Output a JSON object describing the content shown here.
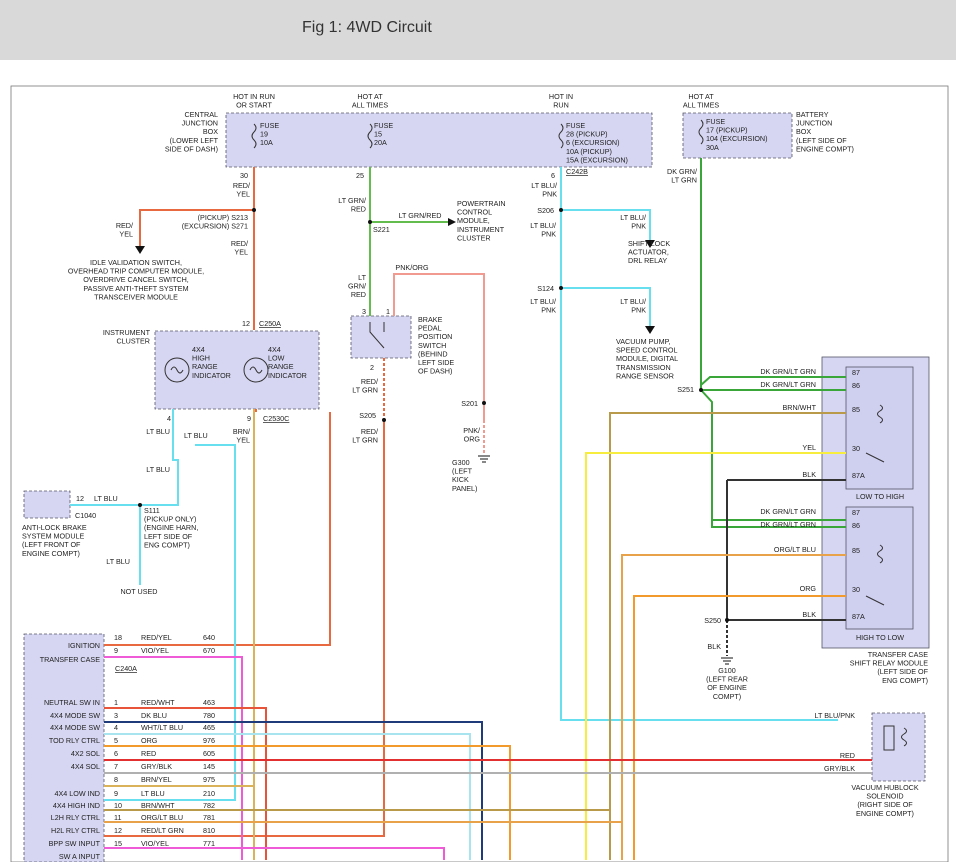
{
  "title": "Fig 1: 4WD Circuit",
  "labels": [
    {
      "id": "cjb-hot-run",
      "lines": [
        "HOT IN RUN",
        "OR START"
      ],
      "anchor": "middle"
    },
    {
      "id": "cjb-hot-all",
      "lines": [
        "HOT AT",
        "ALL TIMES"
      ],
      "anchor": "middle"
    },
    {
      "id": "cjb-hot-in-run",
      "lines": [
        "HOT IN",
        "RUN"
      ],
      "anchor": "middle"
    },
    {
      "id": "bjb-hot-all",
      "lines": [
        "HOT AT",
        "ALL TIMES"
      ],
      "anchor": "middle"
    },
    {
      "id": "cjb-name",
      "lines": [
        "CENTRAL",
        "JUNCTION",
        "BOX",
        "(LOWER LEFT",
        "SIDE OF DASH)"
      ],
      "anchor": "end"
    },
    {
      "id": "fuse-19",
      "lines": [
        "FUSE",
        "19",
        "10A"
      ],
      "anchor": "start"
    },
    {
      "id": "fuse-15",
      "lines": [
        "FUSE",
        "15",
        "20A"
      ],
      "anchor": "start"
    },
    {
      "id": "fuse-28",
      "lines": [
        "FUSE",
        "28 (PICKUP)",
        "6 (EXCURSION)",
        "10A (PICKUP)",
        "15A (EXCURSION)"
      ],
      "anchor": "start"
    },
    {
      "id": "fuse-17",
      "lines": [
        "FUSE",
        "17 (PICKUP)",
        "104 (EXCURSION)",
        "30A"
      ],
      "anchor": "start"
    },
    {
      "id": "bjb-name",
      "lines": [
        "BATTERY",
        "JUNCTION",
        "BOX",
        "(LEFT SIDE OF",
        "ENGINE COMPT)"
      ],
      "anchor": "start"
    },
    {
      "id": "pin-30",
      "lines": [
        "30"
      ],
      "anchor": "end"
    },
    {
      "id": "pin-25",
      "lines": [
        "25"
      ],
      "anchor": "end"
    },
    {
      "id": "pin-6",
      "lines": [
        "6"
      ],
      "anchor": "end"
    },
    {
      "id": "c242b",
      "lines": [
        "C242B"
      ],
      "anchor": "start",
      "underline": true
    },
    {
      "id": "w-red-yel-1",
      "lines": [
        "RED/",
        "YEL"
      ],
      "anchor": "end"
    },
    {
      "id": "w-ltgrn-red-1",
      "lines": [
        "LT GRN/",
        "RED"
      ],
      "anchor": "end"
    },
    {
      "id": "w-ltblu-pnk-1",
      "lines": [
        "LT BLU/",
        "PNK"
      ],
      "anchor": "end"
    },
    {
      "id": "w-dkgrn-ltgrn-1",
      "lines": [
        "DK GRN/",
        "LT GRN"
      ],
      "anchor": "end"
    },
    {
      "id": "s213",
      "lines": [
        "(PICKUP)  S213",
        "(EXCURSION)  S271"
      ],
      "anchor": "end"
    },
    {
      "id": "w-red-yel-2",
      "lines": [
        "RED/",
        "YEL"
      ],
      "anchor": "end"
    },
    {
      "id": "w-red-yel-3",
      "lines": [
        "RED/",
        "YEL"
      ],
      "anchor": "end"
    },
    {
      "id": "idle-val",
      "lines": [
        "IDLE VALIDATION SWITCH,",
        "OVERHEAD TRIP COMPUTER MODULE,",
        "OVERDRIVE CANCEL SWITCH,",
        "PASSIVE ANTI-THEFT SYSTEM",
        "TRANSCEIVER MODULE"
      ],
      "anchor": "middle"
    },
    {
      "id": "w-ltgrn-red-2",
      "lines": [
        "LT GRN/RED"
      ],
      "anchor": "middle"
    },
    {
      "id": "s221",
      "lines": [
        "S221"
      ],
      "anchor": "start"
    },
    {
      "id": "pcm",
      "lines": [
        "POWERTRAIN",
        "CONTROL",
        "MODULE,",
        "INSTRUMENT",
        "CLUSTER"
      ],
      "anchor": "start"
    },
    {
      "id": "s206",
      "lines": [
        "S206"
      ],
      "anchor": "end"
    },
    {
      "id": "w-ltblu-pnk-2",
      "lines": [
        "LT BLU/",
        "PNK"
      ],
      "anchor": "end"
    },
    {
      "id": "w-ltblu-pnk-3",
      "lines": [
        "LT BLU/",
        "PNK"
      ],
      "anchor": "end"
    },
    {
      "id": "shift-lock",
      "lines": [
        "SHIFT LOCK",
        "ACTUATOR,",
        "DRL RELAY"
      ],
      "anchor": "start"
    },
    {
      "id": "s124",
      "lines": [
        "S124"
      ],
      "anchor": "end"
    },
    {
      "id": "w-ltblu-pnk-4",
      "lines": [
        "LT BLU/",
        "PNK"
      ],
      "anchor": "end"
    },
    {
      "id": "w-ltblu-pnk-5",
      "lines": [
        "LT BLU/",
        "PNK"
      ],
      "anchor": "end"
    },
    {
      "id": "vacuum-pump",
      "lines": [
        "VACUUM PUMP,",
        "SPEED CONTROL",
        "MODULE, DIGITAL",
        "TRANSMISSION",
        "RANGE SENSOR"
      ],
      "anchor": "start"
    },
    {
      "id": "w-lt-grn-red",
      "lines": [
        "LT",
        "GRN/",
        "RED"
      ],
      "anchor": "end"
    },
    {
      "id": "w-pnk-org",
      "lines": [
        "PNK/ORG"
      ],
      "anchor": "middle"
    },
    {
      "id": "pin-3",
      "lines": [
        "3"
      ],
      "anchor": "end"
    },
    {
      "id": "pin-1",
      "lines": [
        "1"
      ],
      "anchor": "end"
    },
    {
      "id": "bpp-switch",
      "lines": [
        "BRAKE",
        "PEDAL",
        "POSITION",
        "SWITCH",
        "(BEHIND",
        "LEFT SIDE",
        "OF DASH)"
      ],
      "anchor": "start"
    },
    {
      "id": "pin-2",
      "lines": [
        "2"
      ],
      "anchor": "end"
    },
    {
      "id": "w-red-ltgrn-1",
      "lines": [
        "RED/",
        "LT GRN"
      ],
      "anchor": "end"
    },
    {
      "id": "s205",
      "lines": [
        "S205"
      ],
      "anchor": "end"
    },
    {
      "id": "w-red-ltgrn-2",
      "lines": [
        "RED/",
        "LT GRN"
      ],
      "anchor": "end"
    },
    {
      "id": "s201",
      "lines": [
        "S201"
      ],
      "anchor": "end"
    },
    {
      "id": "w-pnk-org-2",
      "lines": [
        "PNK/",
        "ORG"
      ],
      "anchor": "end"
    },
    {
      "id": "g300",
      "lines": [
        "G300",
        "(LEFT",
        "KICK",
        "PANEL)"
      ],
      "anchor": "start"
    },
    {
      "id": "pin-12a",
      "lines": [
        "12"
      ],
      "anchor": "end"
    },
    {
      "id": "c250a",
      "lines": [
        "C250A"
      ],
      "anchor": "start",
      "underline": true
    },
    {
      "id": "instrument-cluster",
      "lines": [
        "INSTRUMENT",
        "CLUSTER"
      ],
      "anchor": "end"
    },
    {
      "id": "high-ind",
      "lines": [
        "4X4",
        "HIGH",
        "RANGE",
        "INDICATOR"
      ],
      "anchor": "start"
    },
    {
      "id": "low-ind",
      "lines": [
        "4X4",
        "LOW",
        "RANGE",
        "INDICATOR"
      ],
      "anchor": "start"
    },
    {
      "id": "pin-4",
      "lines": [
        "4"
      ],
      "anchor": "end"
    },
    {
      "id": "pin-9a",
      "lines": [
        "9"
      ],
      "anchor": "end"
    },
    {
      "id": "c2530c",
      "lines": [
        "C2530C"
      ],
      "anchor": "start",
      "underline": true
    },
    {
      "id": "w-ltblu-1",
      "lines": [
        "LT BLU"
      ],
      "anchor": "end"
    },
    {
      "id": "w-ltblu-2",
      "lines": [
        "LT BLU"
      ],
      "anchor": "start"
    },
    {
      "id": "w-brn-yel",
      "lines": [
        "BRN/",
        "YEL"
      ],
      "anchor": "end"
    },
    {
      "id": "w-ltblu-3",
      "lines": [
        "LT BLU"
      ],
      "anchor": "end"
    },
    {
      "id": "abs-pin",
      "lines": [
        "12"
      ],
      "anchor": "start"
    },
    {
      "id": "w-ltblu-4",
      "lines": [
        "LT BLU"
      ],
      "anchor": "start"
    },
    {
      "id": "c1040",
      "lines": [
        "C1040"
      ],
      "anchor": "start"
    },
    {
      "id": "abs-module",
      "lines": [
        "ANTI-LOCK BRAKE",
        "SYSTEM MODULE",
        "(LEFT FRONT OF",
        "ENGINE COMPT)"
      ],
      "anchor": "start"
    },
    {
      "id": "s111",
      "lines": [
        "S111",
        "(PICKUP ONLY)",
        "(ENGINE HARN,",
        "LEFT SIDE OF",
        "ENG COMPT)"
      ],
      "anchor": "start"
    },
    {
      "id": "w-ltblu-5",
      "lines": [
        "LT BLU"
      ],
      "anchor": "end"
    },
    {
      "id": "not-used",
      "lines": [
        "NOT USED"
      ],
      "anchor": "middle"
    },
    {
      "id": "s251",
      "lines": [
        "S251"
      ],
      "anchor": "end"
    },
    {
      "id": "w-r1-dkgrn-1",
      "lines": [
        "DK GRN/LT GRN"
      ],
      "anchor": "end"
    },
    {
      "id": "w-r1-dkgrn-2",
      "lines": [
        "DK GRN/LT GRN"
      ],
      "anchor": "end"
    },
    {
      "id": "w-r1-brnwht",
      "lines": [
        "BRN/WHT"
      ],
      "anchor": "end"
    },
    {
      "id": "w-r1-yel",
      "lines": [
        "YEL"
      ],
      "anchor": "end"
    },
    {
      "id": "w-r1-blk",
      "lines": [
        "BLK"
      ],
      "anchor": "end"
    },
    {
      "id": "w-r2-dkgrn-1",
      "lines": [
        "DK GRN/LT GRN"
      ],
      "anchor": "end"
    },
    {
      "id": "w-r2-dkgrn-2",
      "lines": [
        "DK GRN/LT GRN"
      ],
      "anchor": "end"
    },
    {
      "id": "w-r2-orgltblu",
      "lines": [
        "ORG/LT BLU"
      ],
      "anchor": "end"
    },
    {
      "id": "w-r2-org",
      "lines": [
        "ORG"
      ],
      "anchor": "end"
    },
    {
      "id": "w-r2-blk",
      "lines": [
        "BLK"
      ],
      "anchor": "end"
    },
    {
      "id": "r1-87",
      "lines": [
        "87"
      ],
      "anchor": "start"
    },
    {
      "id": "r1-86",
      "lines": [
        "86"
      ],
      "anchor": "start"
    },
    {
      "id": "r1-85",
      "lines": [
        "85"
      ],
      "anchor": "start"
    },
    {
      "id": "r1-30",
      "lines": [
        "30"
      ],
      "anchor": "start"
    },
    {
      "id": "r1-87a",
      "lines": [
        "87A"
      ],
      "anchor": "start"
    },
    {
      "id": "r2-87",
      "lines": [
        "87"
      ],
      "anchor": "start"
    },
    {
      "id": "r2-86",
      "lines": [
        "86"
      ],
      "anchor": "start"
    },
    {
      "id": "r2-85",
      "lines": [
        "85"
      ],
      "anchor": "start"
    },
    {
      "id": "r2-30",
      "lines": [
        "30"
      ],
      "anchor": "start"
    },
    {
      "id": "r2-87a",
      "lines": [
        "87A"
      ],
      "anchor": "start"
    },
    {
      "id": "low-to-high",
      "lines": [
        "LOW TO HIGH"
      ],
      "anchor": "middle"
    },
    {
      "id": "high-to-low",
      "lines": [
        "HIGH TO LOW"
      ],
      "anchor": "middle"
    },
    {
      "id": "relay-module",
      "lines": [
        "TRANSFER CASE",
        "SHIFT RELAY MODULE",
        "(LEFT SIDE OF",
        "ENG COMPT)"
      ],
      "anchor": "end"
    },
    {
      "id": "s250",
      "lines": [
        "S250"
      ],
      "anchor": "end"
    },
    {
      "id": "w-blk-g100",
      "lines": [
        "BLK"
      ],
      "anchor": "end"
    },
    {
      "id": "g100",
      "lines": [
        "G100",
        "(LEFT REAR",
        "OF ENGINE",
        "COMPT)"
      ],
      "anchor": "middle"
    },
    {
      "id": "w-hub-ltblupnk",
      "lines": [
        "LT BLU/PNK"
      ],
      "anchor": "end"
    },
    {
      "id": "w-hub-red",
      "lines": [
        "RED"
      ],
      "anchor": "end"
    },
    {
      "id": "w-hub-grybik",
      "lines": [
        "GRY/BLK"
      ],
      "anchor": "end"
    },
    {
      "id": "hub-solenoid",
      "lines": [
        "VACUUM HUBLOCK",
        "SOLENOID",
        "(RIGHT SIDE OF",
        "ENGINE COMPT)"
      ],
      "anchor": "middle"
    },
    {
      "id": "tc-ignition",
      "lines": [
        "IGNITION"
      ],
      "anchor": "end"
    },
    {
      "id": "tc-name",
      "lines": [
        "TRANSFER CASE"
      ],
      "anchor": "end"
    },
    {
      "id": "c240a",
      "lines": [
        "C240A"
      ],
      "anchor": "start",
      "underline": true
    }
  ],
  "connector_rows": [
    {
      "name": "",
      "pin": "18",
      "color": "RED/YEL",
      "circuit": "640"
    },
    {
      "name": "",
      "pin": "9",
      "color": "VIO/YEL",
      "circuit": "670"
    },
    {
      "name": "NEUTRAL SW IN",
      "pin": "1",
      "color": "RED/WHT",
      "circuit": "463"
    },
    {
      "name": "4X4 MODE SW",
      "pin": "3",
      "color": "DK BLU",
      "circuit": "780"
    },
    {
      "name": "4X4 MODE SW",
      "pin": "4",
      "color": "WHT/LT BLU",
      "circuit": "465"
    },
    {
      "name": "TOD RLY CTRL",
      "pin": "5",
      "color": "ORG",
      "circuit": "976"
    },
    {
      "name": "4X2 SOL",
      "pin": "6",
      "color": "RED",
      "circuit": "605"
    },
    {
      "name": "4X4 SOL",
      "pin": "7",
      "color": "GRY/BLK",
      "circuit": "145"
    },
    {
      "name": "",
      "pin": "8",
      "color": "BRN/YEL",
      "circuit": "975"
    },
    {
      "name": "4X4 LOW IND",
      "pin": "9",
      "color": "LT BLU",
      "circuit": "210"
    },
    {
      "name": "4X4 HIGH IND",
      "pin": "10",
      "color": "BRN/WHT",
      "circuit": "782"
    },
    {
      "name": "L2H RLY CTRL",
      "pin": "11",
      "color": "ORG/LT BLU",
      "circuit": "781"
    },
    {
      "name": "H2L RLY CTRL",
      "pin": "12",
      "color": "RED/LT GRN",
      "circuit": "810"
    },
    {
      "name": "BPP SW INPUT",
      "pin": "15",
      "color": "VIO/YEL",
      "circuit": "771"
    },
    {
      "name": "SW A INPUT",
      "pin": "",
      "color": "",
      "circuit": ""
    }
  ],
  "colors": {
    "red_yel": "#e8693f",
    "lt_grn_red": "#62bd4e",
    "lt_blu_pnk": "#67dfee",
    "dk_grn_lt_grn": "#3aa63a",
    "pnk_org": "#f09a90",
    "lt_blu": "#67dfee",
    "brn_yel": "#d9b25a",
    "brn_wht": "#b89a4a",
    "yel": "#f6ed3e",
    "blk": "#333333",
    "org_lt_blu": "#e8a34a",
    "org": "#f29a2c",
    "red": "#e23030",
    "gry_blk": "#b0b0b0",
    "vio_yel": "#ef5bd6",
    "red_wht": "#e8543a",
    "dk_blu": "#1f3b7a",
    "wht_lt_blu": "#a8e4f0",
    "red_lt_grn": "#d96a3a",
    "box_fill": "#d6d6f2",
    "box_stroke": "#555566"
  }
}
